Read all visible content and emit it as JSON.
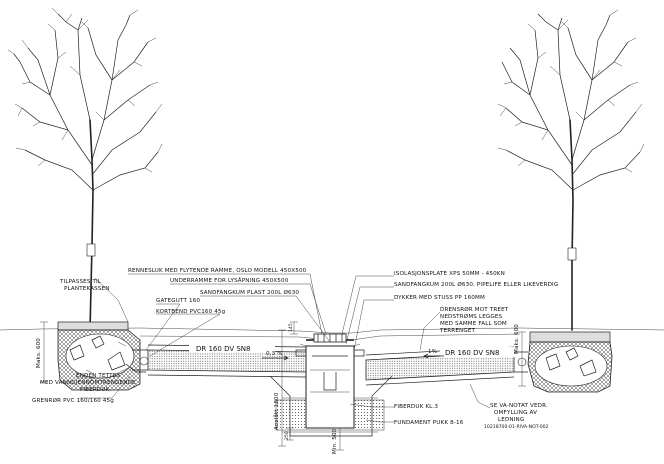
{
  "labels": {
    "tilpasses": [
      "TILPASSES TIL",
      "PLANTEKASSEN"
    ],
    "rennesluk": "RENNESLUK MED FLYTENDE RAMME, OSLO MODELL 450X500",
    "underramme": "UNDERRAMME FOR LYSÅPNING 450X500",
    "sandfang_plast": "SANDFANGKUM PLAST 200L Ø630",
    "gategutt": "GATEGUTT 160",
    "kortbend": "KORTBEND PVC160 45g",
    "isolasjon": "ISOLASJONSPLATE XPS 50MM - 450KN",
    "sandfang_pipe": "SANDFANGKUM 200L Ø630, PIPELIFE ELLER LIKEVERDIG",
    "dykker": "DYKKER MED STUSS PP 160MM",
    "drensror": [
      "DRENSRØR MOT TREET",
      "NEDSTRØMS LEGGES",
      "MED SAMME FALL SOM",
      "TERRENGET"
    ],
    "enden": [
      "ENDEN TETTES",
      "MED VANNGJENNOMTRENGENDE",
      "FIBERDUK"
    ],
    "grenror": "GRENRØR PVC 160/160 45g",
    "fiberduk": "FIBERDUK KL.3",
    "fundament": "FUNDAMENT PUKK 8-16",
    "se_va": [
      "SE VA-NOTAT VEDR.",
      "OMFYLLING AV",
      "LEDNING"
    ],
    "ref": "10218700-01-RIVA-NOT-002",
    "pipe_left": "DR 160 DV SN8",
    "pipe_right": "DR 160 DV SN8",
    "slope": "0,3 %",
    "slope_right": "1%"
  },
  "dimensions": {
    "maks_left": "Maks. 600",
    "maks_right": "Maks. 600",
    "anslatt": "Anslått 1800",
    "min": "Min. 500",
    "d145": "145",
    "d250": "250"
  }
}
